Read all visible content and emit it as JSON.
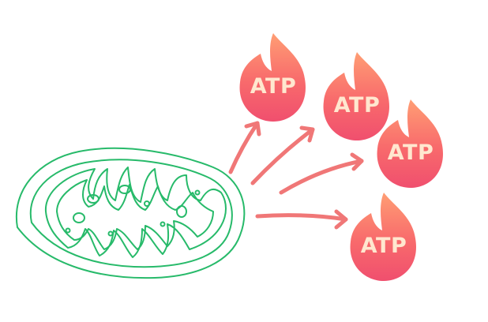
{
  "diagram": {
    "energy_label": "ATP",
    "colors": {
      "mitochondrion_stroke": "#27ba6a",
      "arrow": "#f07777",
      "flame_top": "#ff9a73",
      "flame_bottom": "#f2506c",
      "label_text": "#ffe7cf"
    },
    "atp_molecules": [
      {
        "label": "ATP"
      },
      {
        "label": "ATP"
      },
      {
        "label": "ATP"
      },
      {
        "label": "ATP"
      }
    ]
  }
}
